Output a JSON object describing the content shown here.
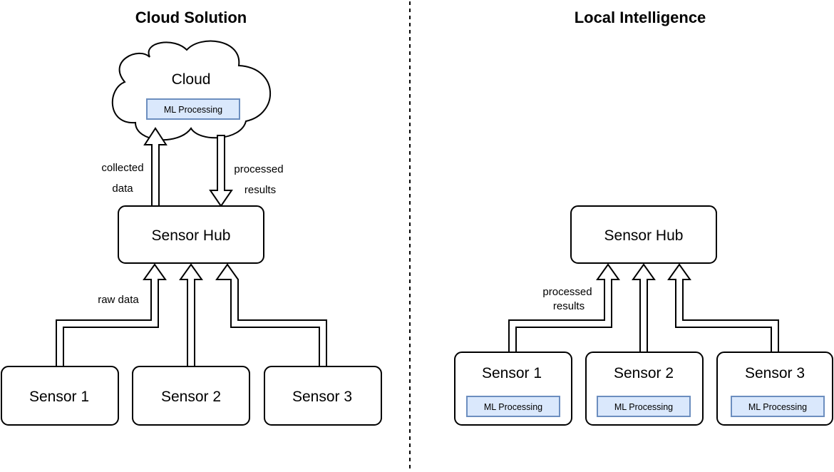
{
  "left": {
    "title": "Cloud Solution",
    "cloud_label": "Cloud",
    "cloud_ml": "ML Processing",
    "hub_label": "Sensor Hub",
    "up_label": [
      "collected",
      "data"
    ],
    "down_label": [
      "processed",
      "results"
    ],
    "raw_label": "raw data",
    "sensors": [
      "Sensor 1",
      "Sensor 2",
      "Sensor 3"
    ]
  },
  "right": {
    "title": "Local Intelligence",
    "hub_label": "Sensor Hub",
    "edge_label": [
      "processed",
      "results"
    ],
    "sensors": [
      {
        "label": "Sensor 1",
        "ml": "ML Processing"
      },
      {
        "label": "Sensor 2",
        "ml": "ML Processing"
      },
      {
        "label": "Sensor 3",
        "ml": "ML Processing"
      }
    ]
  },
  "colors": {
    "ml_fill": "#dae8fc",
    "ml_stroke": "#6c8ebf"
  }
}
